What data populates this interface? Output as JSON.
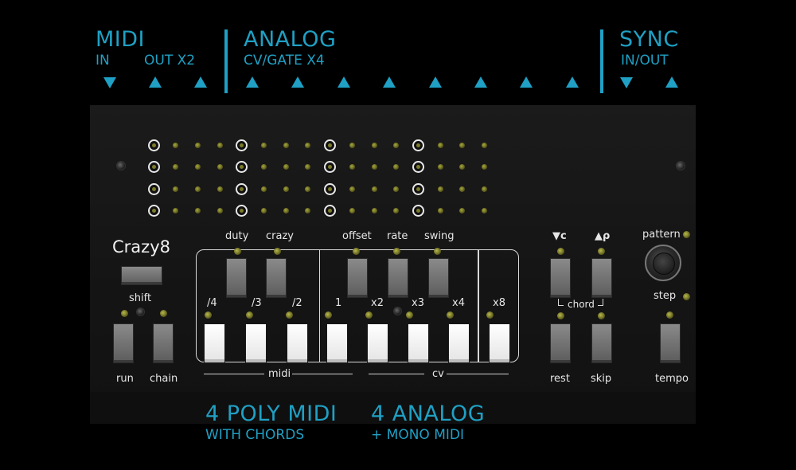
{
  "header": {
    "midi": {
      "title": "MIDI",
      "in_label": "IN",
      "out_label": "OUT X2"
    },
    "analog": {
      "title": "ANALOG",
      "sub_label": "CV/GATE X4"
    },
    "sync": {
      "title": "SYNC",
      "sub_label": "IN/OUT"
    }
  },
  "device": {
    "brand": "Crazy8",
    "labels": {
      "shift": "shift",
      "run": "run",
      "chain": "chain",
      "duty": "duty",
      "crazy": "crazy",
      "offset": "offset",
      "rate": "rate",
      "swing": "swing",
      "div4": "/4",
      "div3": "/3",
      "div2": "/2",
      "x1": "1",
      "x2": "x2",
      "x3": "x3",
      "x4": "x4",
      "x8": "x8",
      "midi": "midi",
      "cv": "cv",
      "down_c": "▼c",
      "up_p": "▲ρ",
      "chord": "chord",
      "rest": "rest",
      "skip": "skip",
      "pattern": "pattern",
      "step": "step",
      "tempo": "tempo"
    }
  },
  "footer": {
    "poly": {
      "title": "4 POLY MIDI",
      "sub": "WITH CHORDS"
    },
    "analog": {
      "title": "4 ANALOG",
      "sub": "+ MONO MIDI"
    }
  },
  "colors": {
    "accent": "#1fa0c4",
    "panel": "#161616"
  }
}
